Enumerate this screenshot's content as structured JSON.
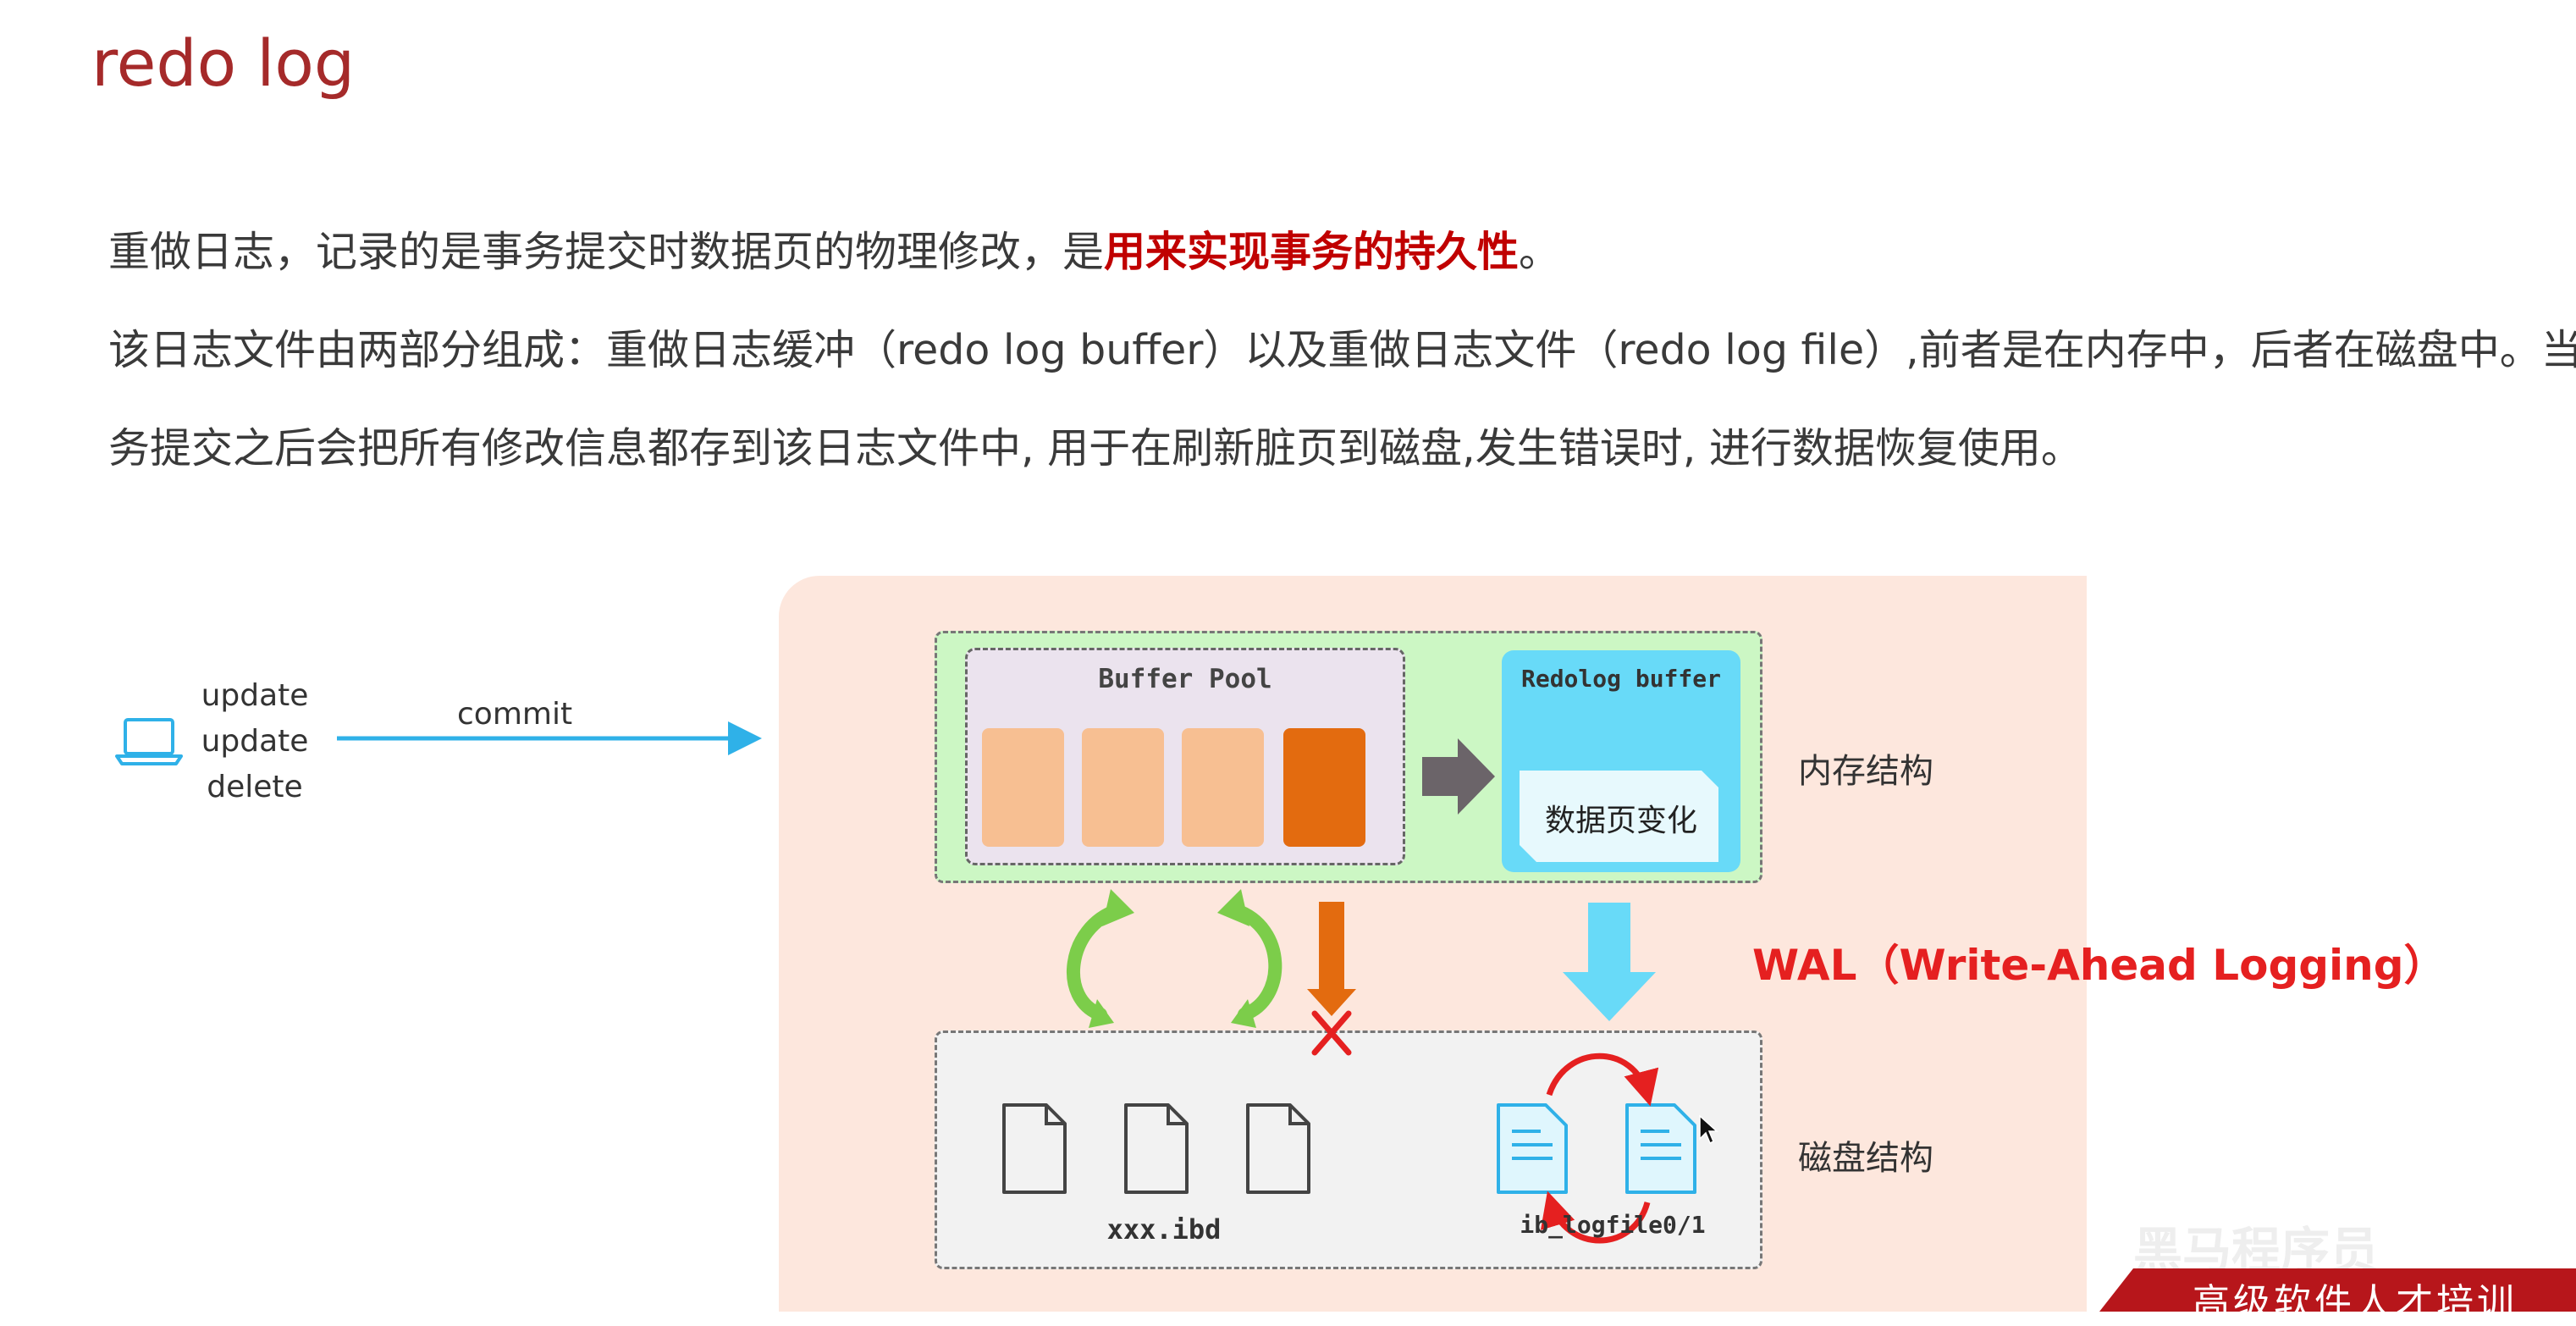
{
  "page": {
    "title": "redo log"
  },
  "content": {
    "para1_prefix": "重做日志，记录的是事务提交时数据页的物理修改，是",
    "para1_highlight": "用来实现事务的持久性",
    "para1_suffix": "。",
    "para2": "该日志文件由两部分组成：重做日志缓冲（redo log buffer）以及重做日志文件（redo log file）,前者是在内存中，后者在磁盘中。当事",
    "para3": "务提交之后会把所有修改信息都存到该日志文件中, 用于在刷新脏页到磁盘,发生错误时, 进行数据恢复使用。"
  },
  "diagram": {
    "client_ops": [
      "update",
      "update",
      "delete"
    ],
    "commit_label": "commit",
    "buffer_pool_title": "Buffer Pool",
    "redolog_buffer_title": "Redolog buffer",
    "page_change_label": "数据页变化",
    "memory_label": "内存结构",
    "disk_label": "磁盘结构",
    "ibd_label": "xxx.ibd",
    "logfile_label": "ib_logfile0/1",
    "wal_label": "WAL（Write-Ahead Logging）"
  },
  "branding": {
    "banner_text": "高级软件人才培训",
    "watermark": "黑马程序员"
  },
  "colors": {
    "title": "#a52a2a",
    "highlight": "#c00000",
    "panel_bg": "#fde7dd",
    "memory_bg": "#ccf7c4",
    "buffer_pool_bg": "#ebe3ee",
    "page_light": "#f7bf92",
    "page_dark": "#e36b0f",
    "redolog_buffer": "#68daf8",
    "wal": "#e52020",
    "commit_arrow": "#2fb1e8"
  }
}
